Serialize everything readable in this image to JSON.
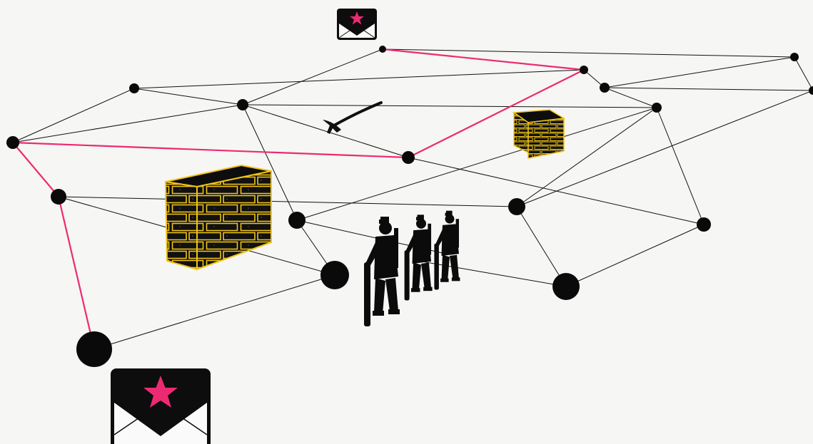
{
  "colors": {
    "background": "#f6f6f4",
    "edge": "#111111",
    "route": "#ec2a72",
    "node": "#0a0a0a",
    "brick_outline": "#f0c419",
    "star": "#ec2a72"
  },
  "icons": [
    "envelope-star-icon",
    "brick-wall-icon",
    "pickaxe-icon",
    "riot-police-icon"
  ],
  "network": {
    "node_count": 18,
    "edge_count": 33,
    "route_node_count": 7
  }
}
